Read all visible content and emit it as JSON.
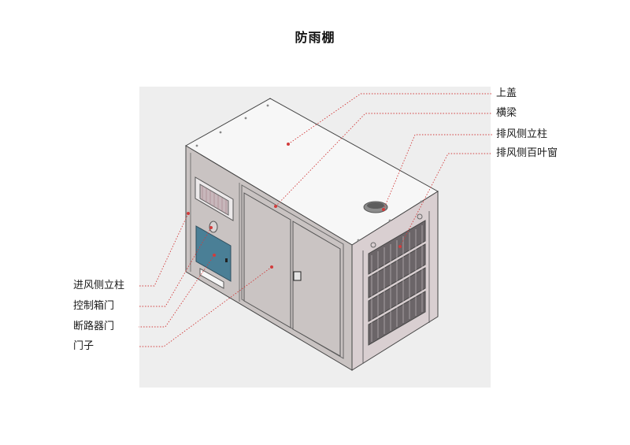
{
  "title": "防雨棚",
  "labels": {
    "top_cover": "上盖",
    "cross_beam": "横梁",
    "exhaust_pillar": "排风侧立柱",
    "exhaust_louver": "排风侧百叶窗",
    "intake_pillar": "进风侧立柱",
    "control_box_door": "控制箱门",
    "breaker_door": "断路器门",
    "door_leaf": "门子"
  },
  "colors": {
    "leader_line": "#d23c3c",
    "panel_bg": "#eeeeee",
    "control_panel": "#4a7f96",
    "body_front": "#c9c3c2",
    "body_top": "#f7f7f7",
    "body_side": "#d9cfd1"
  }
}
